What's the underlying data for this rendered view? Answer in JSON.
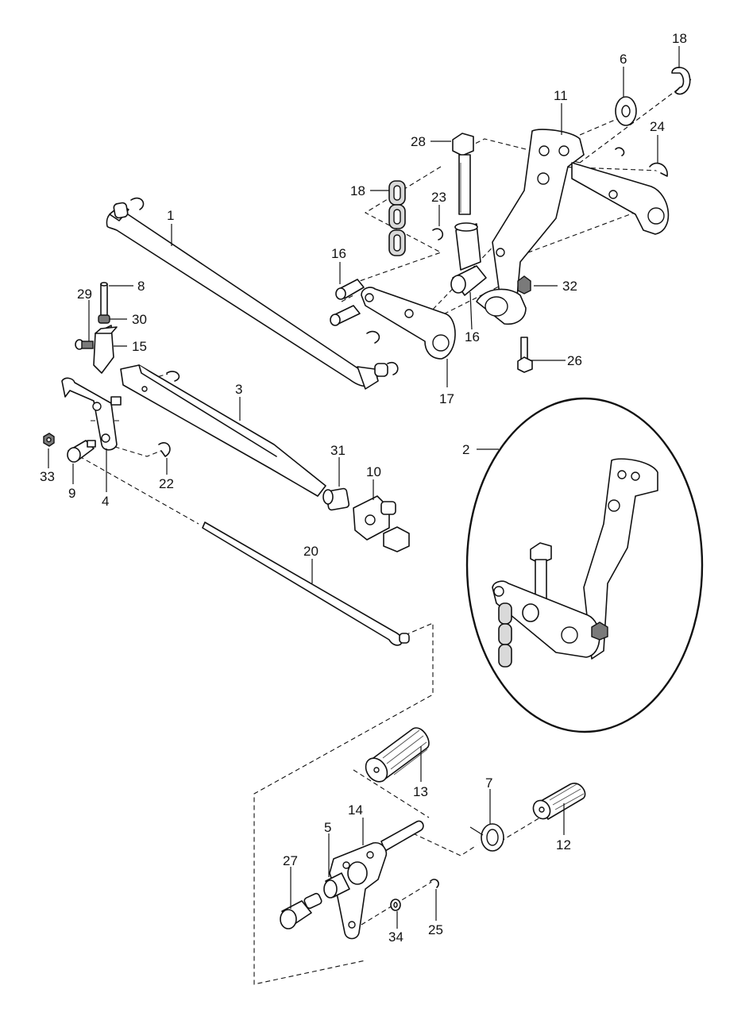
{
  "callouts": {
    "c1": "1",
    "c2": "2",
    "c3": "3",
    "c4": "4",
    "c5": "5",
    "c6": "6",
    "c7": "7",
    "c8": "8",
    "c9": "9",
    "c10": "10",
    "c11": "11",
    "c12": "12",
    "c13": "13",
    "c14": "14",
    "c15": "15",
    "c16a": "16",
    "c16b": "16",
    "c17": "17",
    "c18a": "18",
    "c18b": "18",
    "c20": "20",
    "c22": "22",
    "c23": "23",
    "c24": "24",
    "c25": "25",
    "c26": "26",
    "c27": "27",
    "c28": "28",
    "c29": "29",
    "c30": "30",
    "c31": "31",
    "c32": "32",
    "c33": "33",
    "c34": "34"
  }
}
